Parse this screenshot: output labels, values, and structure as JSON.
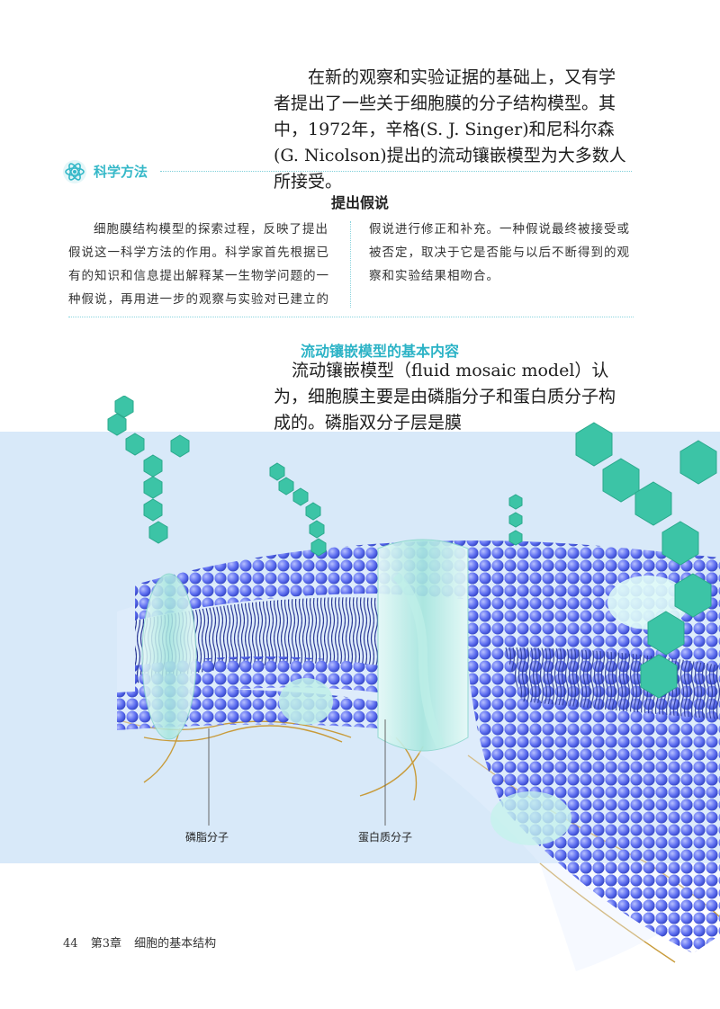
{
  "intro": "在新的观察和实验证据的基础上，又有学者提出了一些关于细胞膜的分子结构模型。其中，1972年，辛格(S. J. Singer)和尼科尔森(G. Nicolson)提出的流动镶嵌模型为大多数人所接受。",
  "method": {
    "label": "科学方法",
    "icon": "atom-icon",
    "box_title": "提出假说",
    "left_text": "细胞膜结构模型的探索过程，反映了提出假说这一科学方法的作用。科学家首先根据已有的知识和信息提出解释某一生物学问题的一种假说，再用进一步的观察与实验对已建立的",
    "right_text": "假说进行修正和补充。一种假说最终被接受或被否定，取决于它是否能与以后不断得到的观察和实验结果相吻合。"
  },
  "section": {
    "heading": "流动镶嵌模型的基本内容",
    "paragraph": "流动镶嵌模型（fluid mosaic model）认为，细胞膜主要是由磷脂分子和蛋白质分子构成的。磷脂双分子层是膜"
  },
  "figure": {
    "labels": [
      "磷脂分子",
      "蛋白质分子"
    ],
    "colors": {
      "background": "#d8e9f9",
      "head": "#5a6cf0",
      "tail": "#2a3a9a",
      "protein": "#bfeee8",
      "sugar": "#3cc4a6",
      "fiber": "#c89b3a"
    }
  },
  "footer": {
    "page": "44",
    "chapter": "第3章",
    "title": "细胞的基本结构"
  }
}
